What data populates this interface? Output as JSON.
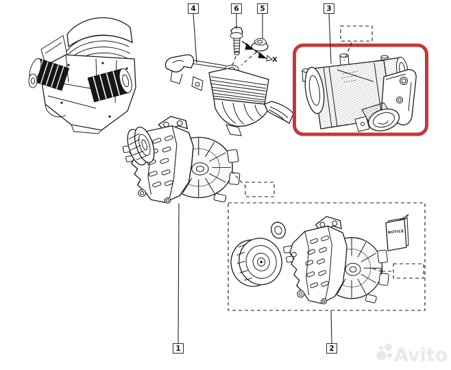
{
  "callouts": {
    "part1": "1",
    "part2": "2",
    "part3": "3",
    "part4": "4",
    "part5": "5",
    "part6": "6"
  },
  "labels": {
    "notice": "NOTICE",
    "discard_mark": "X"
  },
  "watermark": {
    "brand": "Avito",
    "color": "#e9e9e9"
  },
  "highlight": {
    "color": "#c4383b"
  }
}
